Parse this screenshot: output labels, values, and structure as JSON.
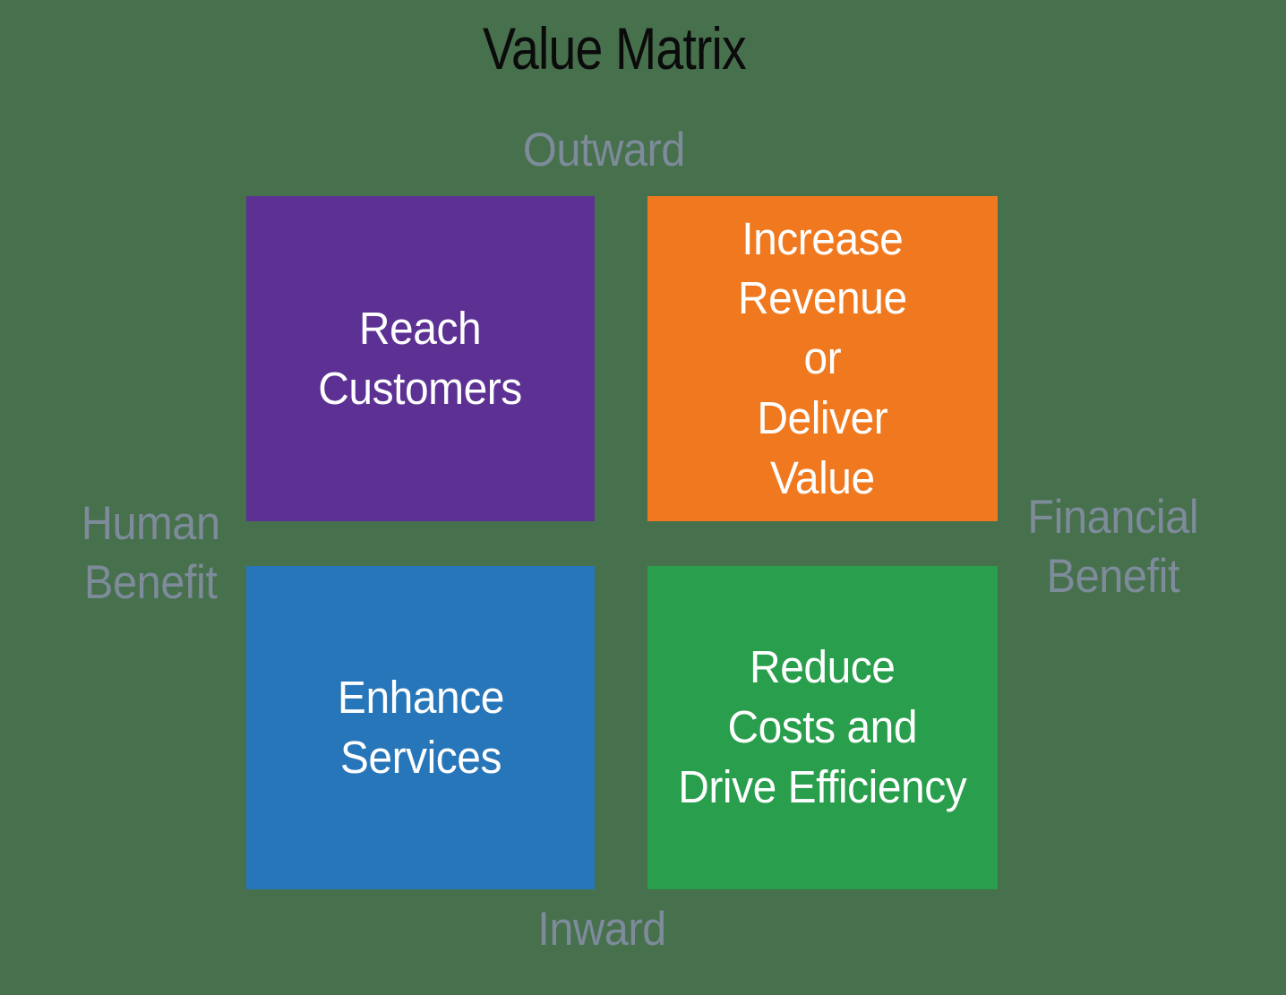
{
  "title": "Value Matrix",
  "axis_labels": {
    "top": "Outward",
    "bottom": "Inward",
    "left_line1": "Human",
    "left_line2": "Benefit",
    "right_line1": "Financial",
    "right_line2": "Benefit"
  },
  "quadrants": [
    {
      "position": "top-left",
      "label": "Reach Customers",
      "lines": [
        "Reach",
        "Customers"
      ],
      "color": "#5C3193"
    },
    {
      "position": "top-right",
      "label": "Increase Revenue or Deliver Value",
      "lines": [
        "Increase",
        "Revenue",
        "or",
        "Deliver",
        "Value"
      ],
      "color": "#F0791F"
    },
    {
      "position": "bottom-left",
      "label": "Enhance Services",
      "lines": [
        "Enhance",
        "Services"
      ],
      "color": "#2776B9"
    },
    {
      "position": "bottom-right",
      "label": "Reduce Costs and Drive Efficiency",
      "lines": [
        "Reduce",
        "Costs and",
        "Drive Efficiency"
      ],
      "color": "#299E4C"
    }
  ],
  "colors": {
    "background": "#47704C",
    "title_text": "#0B0B0B",
    "axis_label_text": "#7D8B9A",
    "quadrant_text": "#FFFFFF"
  }
}
